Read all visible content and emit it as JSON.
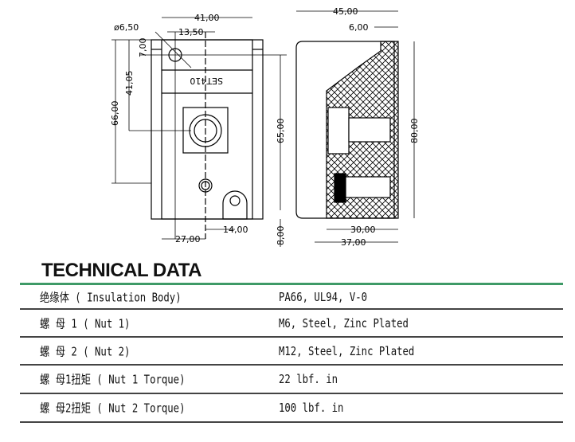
{
  "drawing": {
    "logo": "SET410",
    "front_dims": {
      "width": "41,00",
      "hole_dia": "ø6,50",
      "hole_offset": "13,50",
      "top_small": "7,00",
      "h_66": "66,00",
      "h_41": "41,05",
      "h_65": "65,00",
      "bottom_27": "27,00",
      "bottom_14": "14,00",
      "bottom_8": "8,00"
    },
    "side_dims": {
      "width": "45,00",
      "top_6": "6,00",
      "height": "80,00",
      "bottom_30": "30,00",
      "bottom_37": "37,00"
    }
  },
  "section": {
    "title": "TECHNICAL DATA"
  },
  "rows": [
    {
      "label": "绝缘体 ( Insulation Body)",
      "value": "PA66, UL94, V-0"
    },
    {
      "label": "螺 母 1 ( Nut 1)",
      "value": "M6, Steel, Zinc Plated"
    },
    {
      "label": "螺 母 2 ( Nut 2)",
      "value": "M12, Steel, Zinc Plated"
    },
    {
      "label": "螺 母1扭矩 ( Nut 1 Torque)",
      "value": "22 lbf. in"
    },
    {
      "label": "螺 母2扭矩 ( Nut 2 Torque)",
      "value": "100 lbf. in"
    }
  ]
}
